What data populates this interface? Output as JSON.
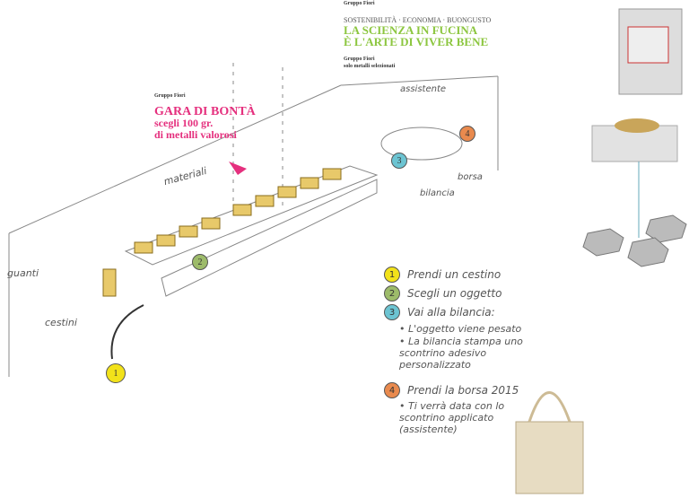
{
  "top_panel": {
    "brand": "Gruppo Fiori",
    "kicker": "SOSTENIBILITÀ · ECONOMIA · BUONGUSTO",
    "title_1": "LA SCIENZA IN FUCINA",
    "title_2": "È L'ARTE DI VIVER BENE",
    "sub_brand": "Gruppo Fiori",
    "sub_line": "solo metalli selezionati"
  },
  "left_panel": {
    "brand": "Gruppo Fiori",
    "title": "GARA DI BONTÀ",
    "line_1": "scegli 100 gr.",
    "line_2": "di metalli valorosi"
  },
  "labels": {
    "materiali": "materiali",
    "guanti": "guanti",
    "cestini": "cestini",
    "assistente": "assistente",
    "borsa": "borsa",
    "bilancia": "bilancia"
  },
  "markers": {
    "m1": "1",
    "m2": "2",
    "m3": "3",
    "m4": "4"
  },
  "steps": [
    {
      "num": "1",
      "text": "Prendi un cestino",
      "color": "#f2e21a"
    },
    {
      "num": "2",
      "text": "Scegli un oggetto",
      "color": "#9dbb6a"
    },
    {
      "num": "3",
      "text": "Vai alla bilancia:",
      "color": "#6cc4d2"
    },
    {
      "num": "4",
      "text": "Prendi la borsa 2015",
      "color": "#e98a4e"
    }
  ],
  "bullets": [
    "• L'oggetto viene pesato",
    "• La bilancia stampa uno scontrino adesivo personalizzato",
    "• Ti verrà data con lo scontrino applicato (assistente)"
  ],
  "colors": {
    "green": "#8cc63f",
    "pink": "#e5307e"
  }
}
